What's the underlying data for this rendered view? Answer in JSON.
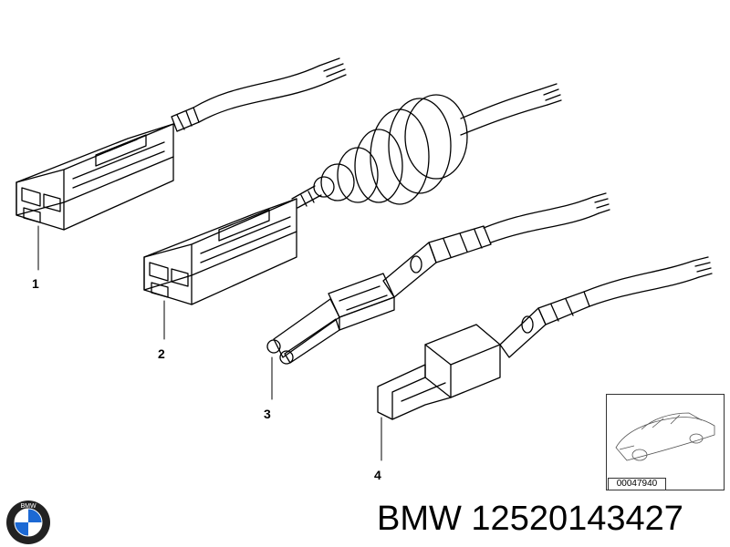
{
  "callouts": {
    "c1": "1",
    "c2": "2",
    "c3": "3",
    "c4": "4"
  },
  "thumbnail": {
    "code": "00047940"
  },
  "brand": {
    "logo_text": "BMW",
    "caption": "BMW 12520143427"
  },
  "colors": {
    "line": "#000000",
    "background": "#ffffff",
    "logo_blue": "#1c69d4"
  }
}
